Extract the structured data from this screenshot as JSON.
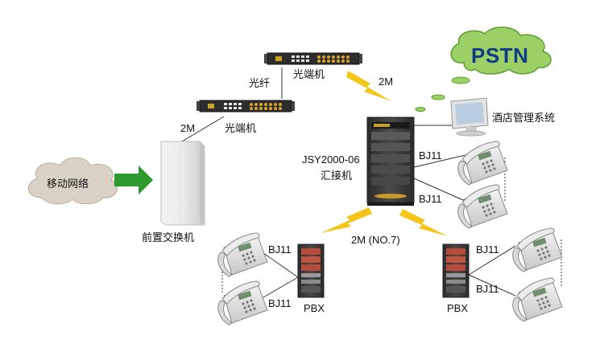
{
  "labels": {
    "mobile_network": "移动网络",
    "front_switch": "前置交换机",
    "optical_1": "光端机",
    "optical_2": "光端机",
    "fiber": "光纤",
    "link_2m_front": "2M",
    "link_2m_lightning": "2M",
    "link_2m_no7": "2M (NO.7)",
    "pstn": "PSTN",
    "hotel_system": "酒店管理系统",
    "jsy_model": "JSY2000-06",
    "jsy_name": "汇接机",
    "bj11_right_top": "BJ11",
    "bj11_right_bottom": "BJ11",
    "bj11_left_top": "BJ11",
    "bj11_left_bottom": "BJ11",
    "bj11_far_right_top": "BJ11",
    "bj11_far_right_bottom": "BJ11",
    "pbx_left": "PBX",
    "pbx_right": "PBX"
  },
  "colors": {
    "cloud_fill": "#9bd067",
    "cloud_stroke": "#5aa02c",
    "mobile_cloud_fill": "#dad2c4",
    "arrow_green": "#2e9a2e",
    "lightning": "#f5c518",
    "pstn_text": "#0d3b87",
    "rack_dark": "#3a3a3a",
    "line": "#333333"
  },
  "icons": [
    "cloud-icon",
    "arrow-right-icon",
    "switch-tower-icon",
    "optical-transceiver-icon",
    "rack-server-icon",
    "pbx-cabinet-icon",
    "telephone-icon",
    "lightning-icon",
    "monitor-icon"
  ]
}
